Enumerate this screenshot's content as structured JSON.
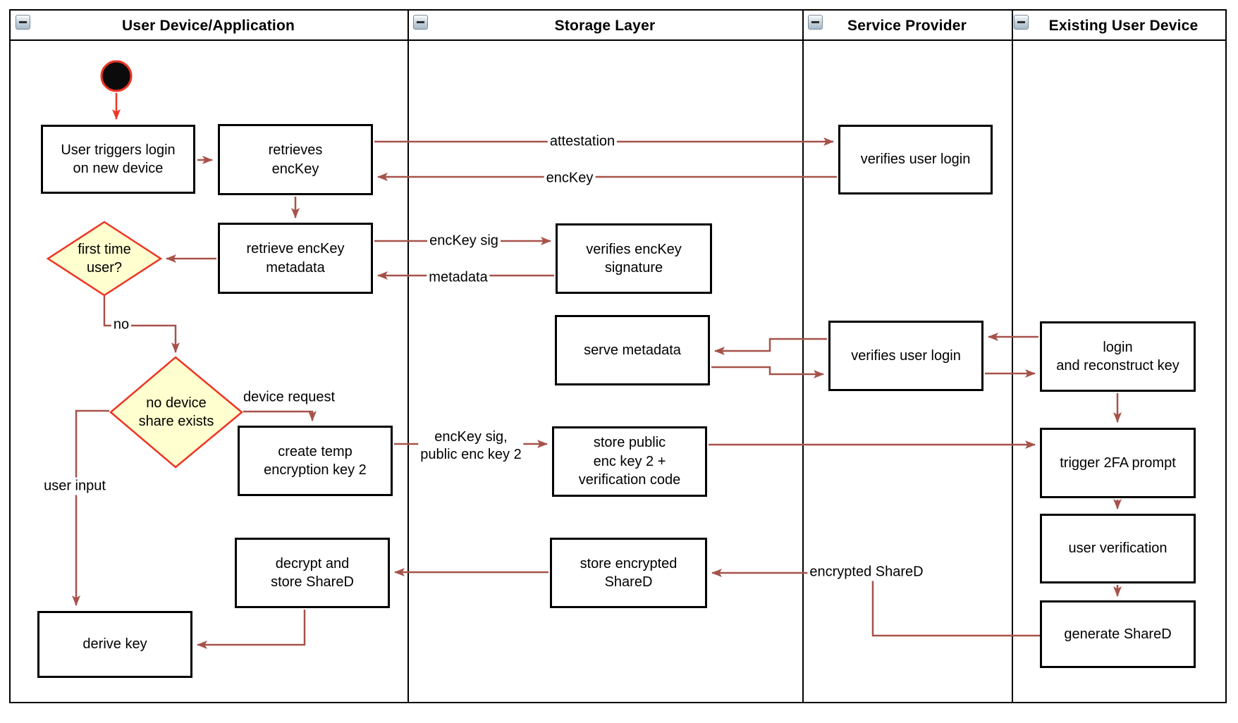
{
  "diagram": {
    "lanes": [
      {
        "title": "User Device/Application"
      },
      {
        "title": "Storage Layer"
      },
      {
        "title": "Service Provider"
      },
      {
        "title": "Existing User Device"
      }
    ],
    "nodes": {
      "user_triggers": "User triggers login\non new device",
      "retrieves_enckey": "retrieves\nencKey",
      "retrieve_metadata": "retrieve encKey\nmetadata",
      "first_time": "first time\nuser?",
      "no_device_share": "no device\nshare exists",
      "create_temp": "create temp\nencryption key 2",
      "verifies_sig": "verifies encKey\nsignature",
      "serve_metadata": "serve metadata",
      "store_public": "store public\nenc key 2 +\nverification code",
      "store_encrypted": "store encrypted\nShareD",
      "verifies_login_1": "verifies user login",
      "verifies_login_2": "verifies user login",
      "login_reconstruct": "login\nand reconstruct key",
      "trigger_2fa": "trigger 2FA prompt",
      "user_verification": "user verification",
      "generate_shared": "generate ShareD",
      "decrypt_store": "decrypt and\nstore ShareD",
      "derive_key": "derive key"
    },
    "edge_labels": {
      "attestation": "attestation",
      "enckey": "encKey",
      "enckey_sig": "encKey sig",
      "metadata": "metadata",
      "no": "no",
      "device_request": "device request",
      "user_input": "user input",
      "enckey_sig_public": "encKey sig,\npublic enc key 2",
      "encrypted_shared": "encrypted ShareD"
    },
    "colors": {
      "flow_line": "#a6524a",
      "accent_red": "#ee3424",
      "diamond_fill": "#ffffcf",
      "node_border": "#000000"
    }
  }
}
